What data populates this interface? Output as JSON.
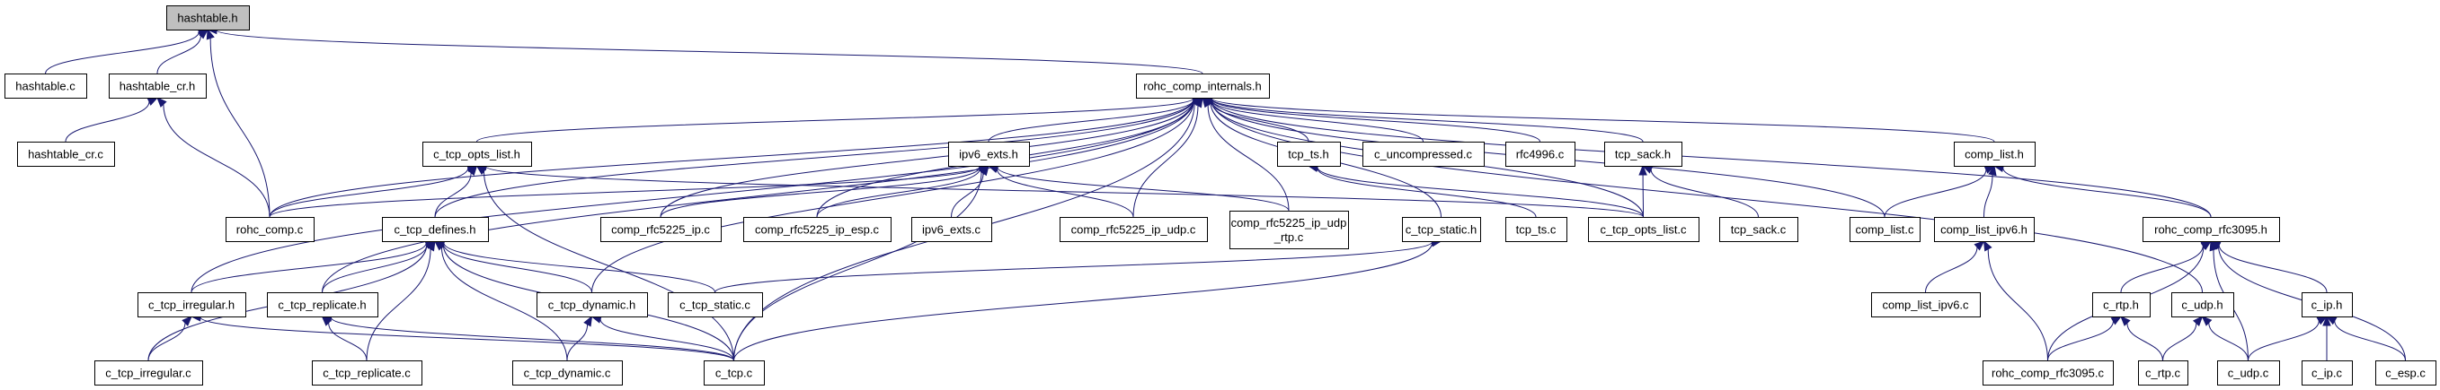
{
  "title": "hashtable.h include dependency graph",
  "colors": {
    "edge": "#191970",
    "root_fill": "#bfbfbf",
    "node_fill": "#ffffff",
    "node_border": "#000000"
  },
  "nodes": [
    {
      "id": "hashtable_h",
      "label": [
        "hashtable.h"
      ],
      "root": true
    },
    {
      "id": "hashtable_c",
      "label": [
        "hashtable.c"
      ]
    },
    {
      "id": "hashtable_cr_h",
      "label": [
        "hashtable_cr.h"
      ]
    },
    {
      "id": "hashtable_cr_c",
      "label": [
        "hashtable_cr.c"
      ]
    },
    {
      "id": "rohc_comp_internals_h",
      "label": [
        "rohc_comp_internals.h"
      ]
    },
    {
      "id": "rohc_comp_c",
      "label": [
        "rohc_comp.c"
      ]
    },
    {
      "id": "c_tcp_opts_list_h",
      "label": [
        "c_tcp_opts_list.h"
      ]
    },
    {
      "id": "ipv6_exts_h",
      "label": [
        "ipv6_exts.h"
      ]
    },
    {
      "id": "tcp_ts_h",
      "label": [
        "tcp_ts.h"
      ]
    },
    {
      "id": "c_uncompressed_c",
      "label": [
        "c_uncompressed.c"
      ]
    },
    {
      "id": "rfc4996_c",
      "label": [
        "rfc4996.c"
      ]
    },
    {
      "id": "tcp_sack_h",
      "label": [
        "tcp_sack.h"
      ]
    },
    {
      "id": "comp_list_h",
      "label": [
        "comp_list.h"
      ]
    },
    {
      "id": "c_tcp_defines_h",
      "label": [
        "c_tcp_defines.h"
      ]
    },
    {
      "id": "comp_rfc5225_ip_c",
      "label": [
        "comp_rfc5225_ip.c"
      ]
    },
    {
      "id": "comp_rfc5225_ip_esp_c",
      "label": [
        "comp_rfc5225_ip_esp.c"
      ]
    },
    {
      "id": "ipv6_exts_c",
      "label": [
        "ipv6_exts.c"
      ]
    },
    {
      "id": "comp_rfc5225_ip_udp_c",
      "label": [
        "comp_rfc5225_ip_udp.c"
      ]
    },
    {
      "id": "comp_rfc5225_ip_udp_rtp_c",
      "label": [
        "comp_rfc5225_ip_udp",
        "_rtp.c"
      ]
    },
    {
      "id": "c_tcp_static_h",
      "label": [
        "c_tcp_static.h"
      ]
    },
    {
      "id": "tcp_ts_c",
      "label": [
        "tcp_ts.c"
      ]
    },
    {
      "id": "c_tcp_opts_list_c",
      "label": [
        "c_tcp_opts_list.c"
      ]
    },
    {
      "id": "tcp_sack_c",
      "label": [
        "tcp_sack.c"
      ]
    },
    {
      "id": "comp_list_c",
      "label": [
        "comp_list.c"
      ]
    },
    {
      "id": "comp_list_ipv6_h",
      "label": [
        "comp_list_ipv6.h"
      ]
    },
    {
      "id": "rohc_comp_rfc3095_h",
      "label": [
        "rohc_comp_rfc3095.h"
      ]
    },
    {
      "id": "c_tcp_irregular_h",
      "label": [
        "c_tcp_irregular.h"
      ]
    },
    {
      "id": "c_tcp_replicate_h",
      "label": [
        "c_tcp_replicate.h"
      ]
    },
    {
      "id": "c_tcp_dynamic_h",
      "label": [
        "c_tcp_dynamic.h"
      ]
    },
    {
      "id": "c_tcp_static_c",
      "label": [
        "c_tcp_static.c"
      ]
    },
    {
      "id": "comp_list_ipv6_c",
      "label": [
        "comp_list_ipv6.c"
      ]
    },
    {
      "id": "c_rtp_h",
      "label": [
        "c_rtp.h"
      ]
    },
    {
      "id": "c_udp_h",
      "label": [
        "c_udp.h"
      ]
    },
    {
      "id": "c_ip_h",
      "label": [
        "c_ip.h"
      ]
    },
    {
      "id": "c_tcp_irregular_c",
      "label": [
        "c_tcp_irregular.c"
      ]
    },
    {
      "id": "c_tcp_replicate_c",
      "label": [
        "c_tcp_replicate.c"
      ]
    },
    {
      "id": "c_tcp_dynamic_c",
      "label": [
        "c_tcp_dynamic.c"
      ]
    },
    {
      "id": "c_tcp_c",
      "label": [
        "c_tcp.c"
      ]
    },
    {
      "id": "rohc_comp_rfc3095_c",
      "label": [
        "rohc_comp_rfc3095.c"
      ]
    },
    {
      "id": "c_rtp_c",
      "label": [
        "c_rtp.c"
      ]
    },
    {
      "id": "c_udp_c",
      "label": [
        "c_udp.c"
      ]
    },
    {
      "id": "c_ip_c",
      "label": [
        "c_ip.c"
      ]
    },
    {
      "id": "c_esp_c",
      "label": [
        "c_esp.c"
      ]
    }
  ],
  "edges": [
    [
      "hashtable_c",
      "hashtable_h"
    ],
    [
      "hashtable_cr_h",
      "hashtable_h"
    ],
    [
      "rohc_comp_c",
      "hashtable_h"
    ],
    [
      "rohc_comp_internals_h",
      "hashtable_h"
    ],
    [
      "hashtable_cr_c",
      "hashtable_cr_h"
    ],
    [
      "rohc_comp_c",
      "hashtable_cr_h"
    ],
    [
      "rohc_comp_c",
      "rohc_comp_internals_h"
    ],
    [
      "c_tcp_opts_list_h",
      "rohc_comp_internals_h"
    ],
    [
      "ipv6_exts_h",
      "rohc_comp_internals_h"
    ],
    [
      "tcp_ts_h",
      "rohc_comp_internals_h"
    ],
    [
      "c_uncompressed_c",
      "rohc_comp_internals_h"
    ],
    [
      "rfc4996_c",
      "rohc_comp_internals_h"
    ],
    [
      "tcp_sack_h",
      "rohc_comp_internals_h"
    ],
    [
      "comp_list_h",
      "rohc_comp_internals_h"
    ],
    [
      "c_tcp_defines_h",
      "rohc_comp_internals_h"
    ],
    [
      "comp_rfc5225_ip_c",
      "rohc_comp_internals_h"
    ],
    [
      "comp_rfc5225_ip_esp_c",
      "rohc_comp_internals_h"
    ],
    [
      "comp_rfc5225_ip_udp_c",
      "rohc_comp_internals_h"
    ],
    [
      "comp_rfc5225_ip_udp_rtp_c",
      "rohc_comp_internals_h"
    ],
    [
      "c_tcp_static_h",
      "rohc_comp_internals_h"
    ],
    [
      "c_tcp_opts_list_c",
      "rohc_comp_internals_h"
    ],
    [
      "comp_list_c",
      "rohc_comp_internals_h"
    ],
    [
      "rohc_comp_rfc3095_h",
      "rohc_comp_internals_h"
    ],
    [
      "c_tcp_irregular_h",
      "rohc_comp_internals_h"
    ],
    [
      "c_tcp_replicate_h",
      "rohc_comp_internals_h"
    ],
    [
      "c_tcp_dynamic_h",
      "rohc_comp_internals_h"
    ],
    [
      "c_tcp_c",
      "rohc_comp_internals_h"
    ],
    [
      "c_udp_h",
      "rohc_comp_internals_h"
    ],
    [
      "rohc_comp_c",
      "c_tcp_opts_list_h"
    ],
    [
      "c_tcp_defines_h",
      "c_tcp_opts_list_h"
    ],
    [
      "c_tcp_c",
      "c_tcp_opts_list_h"
    ],
    [
      "c_tcp_opts_list_c",
      "c_tcp_opts_list_h"
    ],
    [
      "rohc_comp_c",
      "ipv6_exts_h"
    ],
    [
      "comp_rfc5225_ip_c",
      "ipv6_exts_h"
    ],
    [
      "comp_rfc5225_ip_esp_c",
      "ipv6_exts_h"
    ],
    [
      "ipv6_exts_c",
      "ipv6_exts_h"
    ],
    [
      "comp_rfc5225_ip_udp_c",
      "ipv6_exts_h"
    ],
    [
      "comp_rfc5225_ip_udp_rtp_c",
      "ipv6_exts_h"
    ],
    [
      "c_tcp_c",
      "ipv6_exts_h"
    ],
    [
      "tcp_ts_c",
      "tcp_ts_h"
    ],
    [
      "c_tcp_opts_list_c",
      "tcp_ts_h"
    ],
    [
      "c_tcp_opts_list_c",
      "tcp_sack_h"
    ],
    [
      "tcp_sack_c",
      "tcp_sack_h"
    ],
    [
      "comp_list_c",
      "comp_list_h"
    ],
    [
      "comp_list_ipv6_h",
      "comp_list_h"
    ],
    [
      "rohc_comp_rfc3095_h",
      "comp_list_h"
    ],
    [
      "c_tcp_irregular_h",
      "c_tcp_defines_h"
    ],
    [
      "c_tcp_replicate_h",
      "c_tcp_defines_h"
    ],
    [
      "c_tcp_dynamic_h",
      "c_tcp_defines_h"
    ],
    [
      "c_tcp_static_c",
      "c_tcp_defines_h"
    ],
    [
      "c_tcp_irregular_c",
      "c_tcp_defines_h"
    ],
    [
      "c_tcp_replicate_c",
      "c_tcp_defines_h"
    ],
    [
      "c_tcp_dynamic_c",
      "c_tcp_defines_h"
    ],
    [
      "c_tcp_c",
      "c_tcp_defines_h"
    ],
    [
      "c_tcp_static_c",
      "c_tcp_static_h"
    ],
    [
      "c_tcp_c",
      "c_tcp_static_h"
    ],
    [
      "comp_list_ipv6_c",
      "comp_list_ipv6_h"
    ],
    [
      "rohc_comp_rfc3095_c",
      "comp_list_ipv6_h"
    ],
    [
      "rohc_comp_rfc3095_c",
      "rohc_comp_rfc3095_h"
    ],
    [
      "c_rtp_h",
      "rohc_comp_rfc3095_h"
    ],
    [
      "c_udp_c",
      "rohc_comp_rfc3095_h"
    ],
    [
      "c_ip_h",
      "rohc_comp_rfc3095_h"
    ],
    [
      "c_esp_c",
      "rohc_comp_rfc3095_h"
    ],
    [
      "c_tcp_irregular_c",
      "c_tcp_irregular_h"
    ],
    [
      "c_tcp_c",
      "c_tcp_irregular_h"
    ],
    [
      "c_tcp_replicate_c",
      "c_tcp_replicate_h"
    ],
    [
      "c_tcp_c",
      "c_tcp_replicate_h"
    ],
    [
      "c_tcp_dynamic_c",
      "c_tcp_dynamic_h"
    ],
    [
      "c_tcp_c",
      "c_tcp_dynamic_h"
    ],
    [
      "rohc_comp_rfc3095_c",
      "c_rtp_h"
    ],
    [
      "c_rtp_c",
      "c_rtp_h"
    ],
    [
      "c_rtp_c",
      "c_udp_h"
    ],
    [
      "c_udp_c",
      "c_udp_h"
    ],
    [
      "c_udp_c",
      "c_ip_h"
    ],
    [
      "c_ip_c",
      "c_ip_h"
    ],
    [
      "c_esp_c",
      "c_ip_h"
    ]
  ]
}
